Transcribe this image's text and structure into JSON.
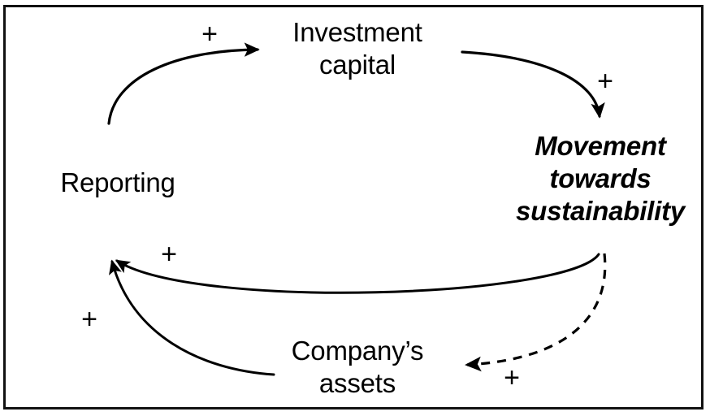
{
  "diagram": {
    "type": "causal-loop-diagram",
    "title": "",
    "background_color": "#ffffff",
    "stroke_color": "#000000",
    "border_color": "#111111",
    "nodes": [
      {
        "id": "investment-capital",
        "label": "Investment\ncapital",
        "style": "regular"
      },
      {
        "id": "movement-towards-sustainability",
        "label": "Movement\ntowards\nsustainability",
        "style": "italic"
      },
      {
        "id": "company-assets",
        "label": "Company’s\nassets",
        "style": "regular"
      },
      {
        "id": "reporting",
        "label": "Reporting",
        "style": "regular"
      }
    ],
    "links": [
      {
        "id": "reporting-to-investment-capital",
        "from": "reporting",
        "to": "investment-capital",
        "polarity": "+",
        "line": "solid"
      },
      {
        "id": "investment-capital-to-movement",
        "from": "investment-capital",
        "to": "movement-towards-sustainability",
        "polarity": "+",
        "line": "solid"
      },
      {
        "id": "movement-to-company-assets",
        "from": "movement-towards-sustainability",
        "to": "company-assets",
        "polarity": "+",
        "line": "dashed"
      },
      {
        "id": "movement-to-reporting",
        "from": "movement-towards-sustainability",
        "to": "reporting",
        "polarity": "+",
        "line": "solid"
      },
      {
        "id": "company-assets-to-reporting",
        "from": "company-assets",
        "to": "reporting",
        "polarity": "+",
        "line": "solid"
      }
    ],
    "polarity_markers": [
      {
        "id": "polarity-reporting-to-investment",
        "symbol": "+"
      },
      {
        "id": "polarity-investment-to-movement",
        "symbol": "+"
      },
      {
        "id": "polarity-movement-to-reporting",
        "symbol": "+"
      },
      {
        "id": "polarity-assets-to-reporting",
        "symbol": "+"
      },
      {
        "id": "polarity-movement-to-assets",
        "symbol": "+"
      }
    ]
  }
}
